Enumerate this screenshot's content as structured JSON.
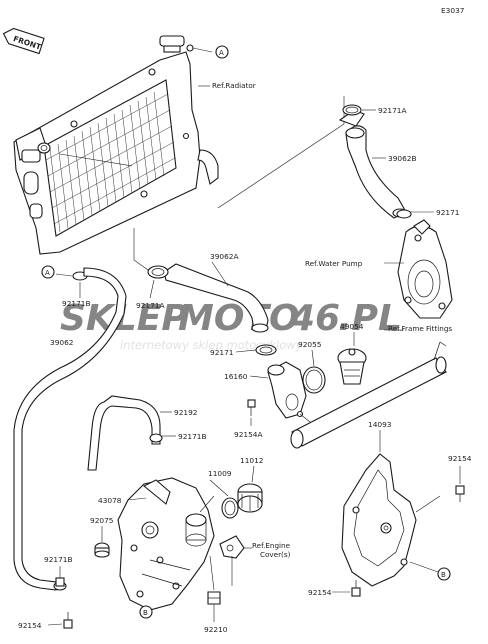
{
  "diagram_code": "E3037",
  "front_label": "FRONT",
  "circle_marks": {
    "a": "A",
    "b": "B"
  },
  "references": {
    "radiator": "Ref.Radiator",
    "water_pump": "Ref.Water Pump",
    "frame_fittings": "Ref.Frame Fittings",
    "engine_cover": "Ref.Engine\nCover(s)"
  },
  "parts": {
    "p92171a_top": "92171A",
    "p39062b": "39062B",
    "p92171_top": "92171",
    "p39062a": "39062A",
    "p92171b_left": "92171B",
    "p92171a_mid": "92171A",
    "p39062": "39062",
    "p49054": "49054",
    "p92171_mid": "92171",
    "p92055": "92055",
    "p16160": "16160",
    "p92154a": "92154A",
    "p92192": "92192",
    "p92171b_mid": "92171B",
    "p14093": "14093",
    "p11012": "11012",
    "p11009": "11009",
    "p43078": "43078",
    "p92154_right": "92154",
    "p92075": "92075",
    "p92171b_low": "92171B",
    "p92154_bottomright": "92154",
    "p92154_bottomleft": "92154",
    "p92210": "92210"
  },
  "watermark": {
    "brand_a": "SKLEP",
    "brand_b": "MOTO",
    "brand_c": "46",
    "brand_d": ".PL",
    "tagline": "internetowy sklep motocyklowy"
  }
}
